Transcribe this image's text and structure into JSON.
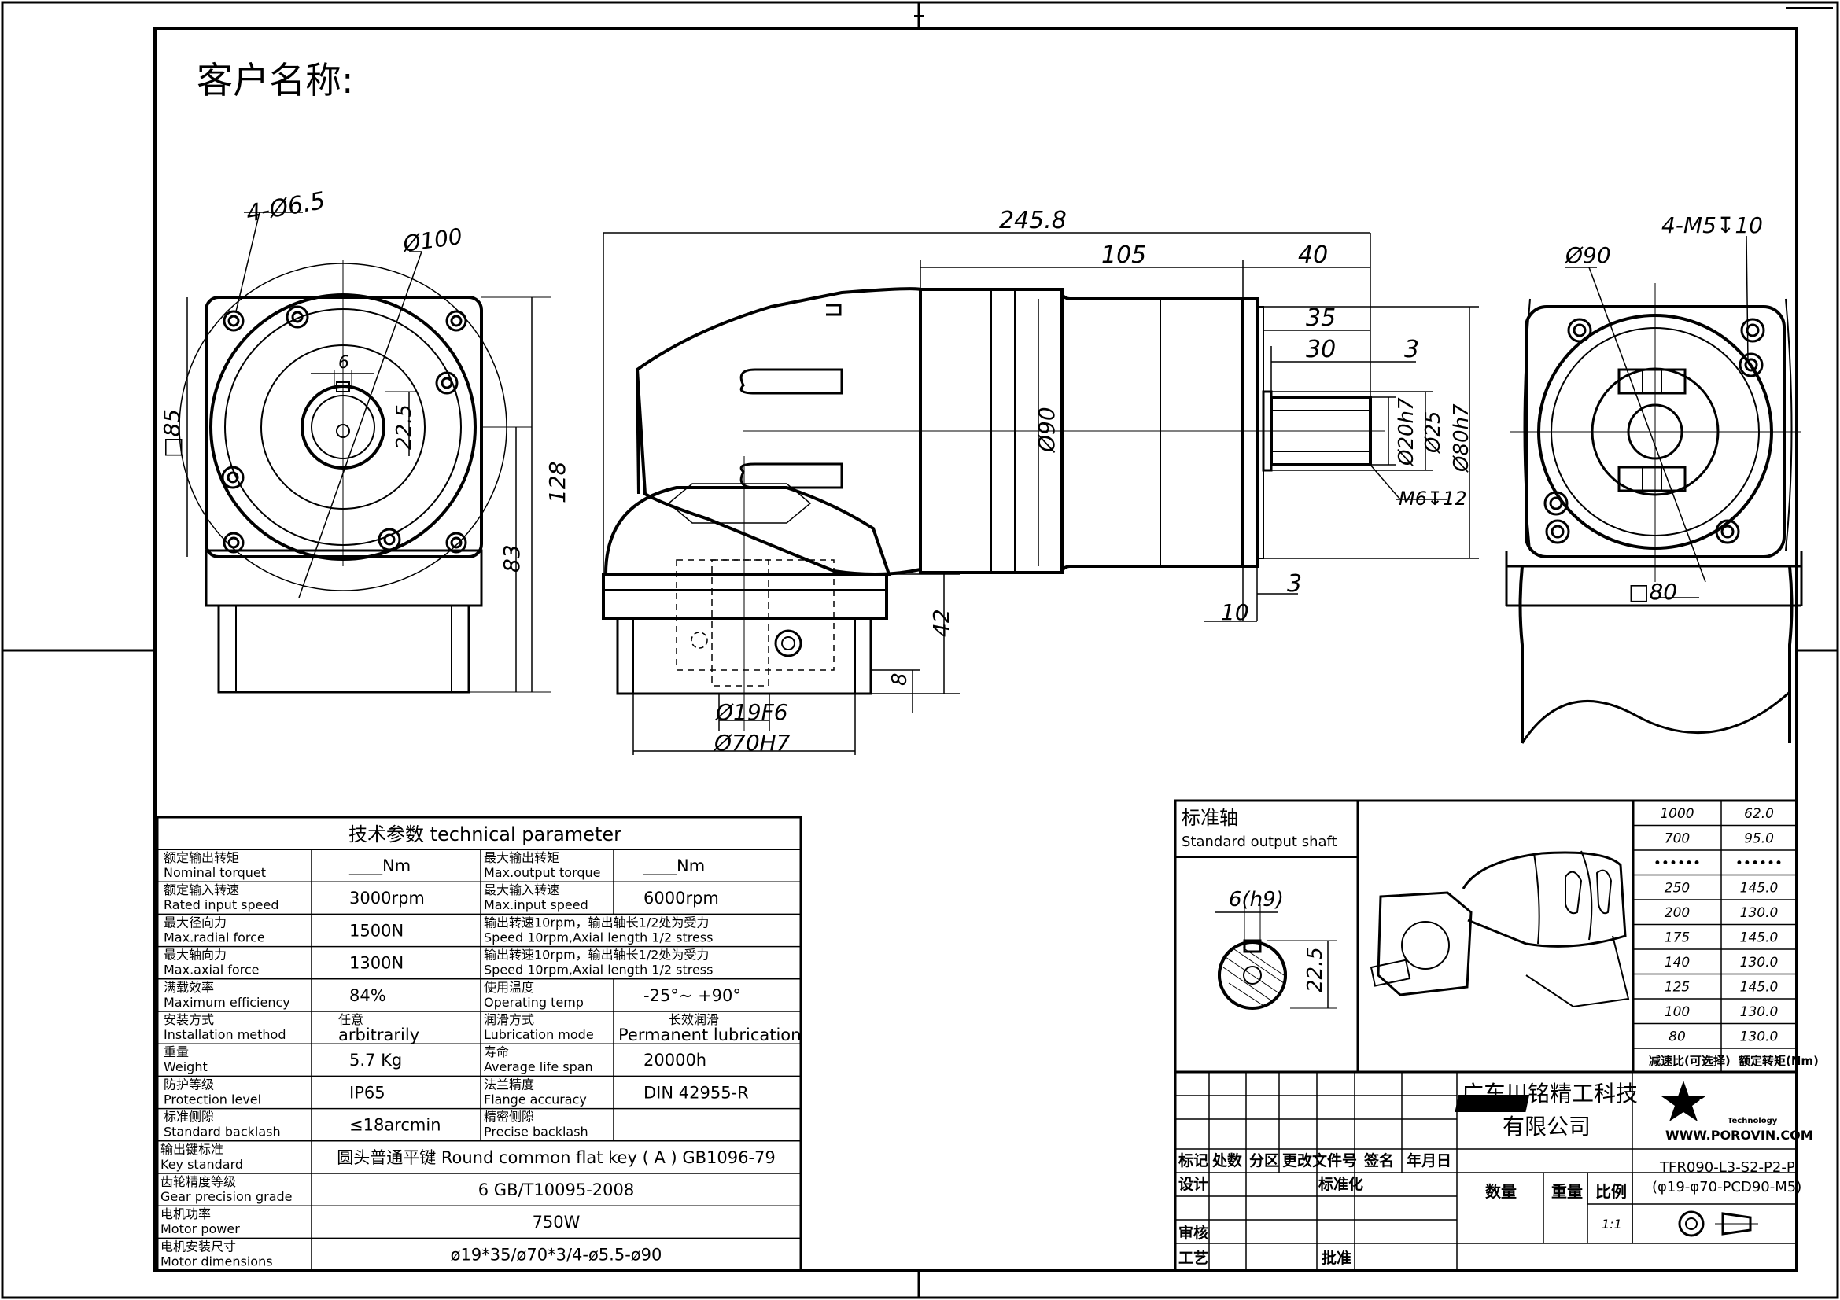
{
  "customer_label": "客户名称:",
  "front_view": {
    "hole_spec": "4-Ø6.5",
    "pcd": "Ø100",
    "square": "□85",
    "key_width": "6",
    "key_height": "22.5",
    "height_total": "128",
    "height_center": "83"
  },
  "side_view": {
    "overall_length": "245.8",
    "body_length": "105",
    "shaft_length": "40",
    "len35": "35",
    "len30": "30",
    "len3a": "3",
    "len3b": "3",
    "len10": "10",
    "dia90": "Ø90",
    "shaft_dia": "Ø20h7",
    "dia25": "Ø25",
    "pilot_dia": "Ø80h7",
    "tap": "M6↧12",
    "dim42": "42",
    "dim8": "8",
    "input_dia": "Ø19F6",
    "input_pilot": "Ø70H7"
  },
  "right_view": {
    "tap_spec": "4-M5↧10",
    "pcd": "Ø90",
    "square": "□80"
  },
  "tech_table": {
    "title": "技术参数   technical parameter",
    "rows": [
      {
        "l_cn": "额定输出转矩",
        "l_en": "Nominal torquet",
        "l_val": "____Nm",
        "r_cn": "最大输出转矩",
        "r_en": "Max.output torque",
        "r_val": "____Nm"
      },
      {
        "l_cn": "额定输入转速",
        "l_en": "Rated input speed",
        "l_val": "3000rpm",
        "r_cn": "最大输入转速",
        "r_en": "Max.input speed",
        "r_val": "6000rpm"
      },
      {
        "l_cn": "最大径向力",
        "l_en": "Max.radial force",
        "l_val": "1500N",
        "r_cn": "输出转速10rpm，输出轴长1/2处为受力",
        "r_en": "Speed 10rpm,Axial length 1/2 stress",
        "r_val": ""
      },
      {
        "l_cn": "最大轴向力",
        "l_en": "Max.axial force",
        "l_val": "1300N",
        "r_cn": "输出转速10rpm，输出轴长1/2处为受力",
        "r_en": "Speed 10rpm,Axial length 1/2 stress",
        "r_val": ""
      },
      {
        "l_cn": "满载效率",
        "l_en": "Maximum efficiency",
        "l_val": "84%",
        "r_cn": "使用温度",
        "r_en": "Operating temp",
        "r_val": "-25°~ +90°"
      },
      {
        "l_cn": "安装方式",
        "l_en": "Installation method",
        "l_val": "arbitrarily",
        "l_val_cn": "任意",
        "r_cn": "润滑方式",
        "r_en": "Lubrication mode",
        "r_val": "Permanent lubrication",
        "r_val_cn": "长效润滑"
      },
      {
        "l_cn": "重量",
        "l_en": "Weight",
        "l_val": "5.7 Kg",
        "r_cn": "寿命",
        "r_en": "Average life span",
        "r_val": "20000h"
      },
      {
        "l_cn": "防护等级",
        "l_en": "Protection level",
        "l_val": "IP65",
        "r_cn": "法兰精度",
        "r_en": "Flange accuracy",
        "r_val": "DIN 42955-R"
      },
      {
        "l_cn": "标准侧隙",
        "l_en": "Standard backlash",
        "l_val": "≤18arcmin",
        "r_cn": "精密侧隙",
        "r_en": "Precise backlash",
        "r_val": ""
      }
    ],
    "wide_rows": [
      {
        "cn": "输出键标准",
        "en": "Key standard",
        "val": "圆头普通平键 Round common flat key ( A ) GB1096-79"
      },
      {
        "cn": "齿轮精度等级",
        "en": "Gear precision grade",
        "val": "6 GB/T10095-2008"
      },
      {
        "cn": "电机功率",
        "en": "Motor power",
        "val": "750W"
      },
      {
        "cn": "电机安装尺寸",
        "en": "Motor  dimensions",
        "val": "ø19*35/ø70*3/4-ø5.5-ø90"
      }
    ]
  },
  "shaft_panel": {
    "title_cn": "标准轴",
    "title_en": "Standard output shaft",
    "key_w": "6(h9)",
    "key_h": "22.5"
  },
  "ratio_table": {
    "rows": [
      [
        "1000",
        "62.0"
      ],
      [
        "700",
        "95.0"
      ],
      [
        "••••••",
        "••••••"
      ],
      [
        "250",
        "145.0"
      ],
      [
        "200",
        "130.0"
      ],
      [
        "175",
        "145.0"
      ],
      [
        "140",
        "130.0"
      ],
      [
        "125",
        "145.0"
      ],
      [
        "100",
        "130.0"
      ],
      [
        "80",
        "130.0"
      ]
    ],
    "header_ratio": "减速比(可选择)",
    "header_torque": "额定转矩(Nm)"
  },
  "title_block": {
    "company": "广东川铭精工科技有限公司",
    "company_l1": "广东川铭精工科技",
    "company_l2": "有限公司",
    "brand": "POROVIN",
    "brand_sub": "Technology",
    "website": "WWW.POROVIN.COM",
    "model_l1": "TFR090-L3-S2-P2-P",
    "model_l2": "(φ19-φ70-PCD90-M5)",
    "labels": {
      "biaoji": "标记",
      "chushu": "处数",
      "fenqu": "分区",
      "gengai": "更改文件号",
      "qianming": "签名",
      "nianyueri": "年月日",
      "sheji": "设计",
      "biaozhunhua": "标准化",
      "shenhe": "审核",
      "gongyi": "工艺",
      "pizhun": "批准",
      "shuliang": "数量",
      "zhongliang": "重量",
      "bili": "比例"
    },
    "scale": "1:1"
  }
}
